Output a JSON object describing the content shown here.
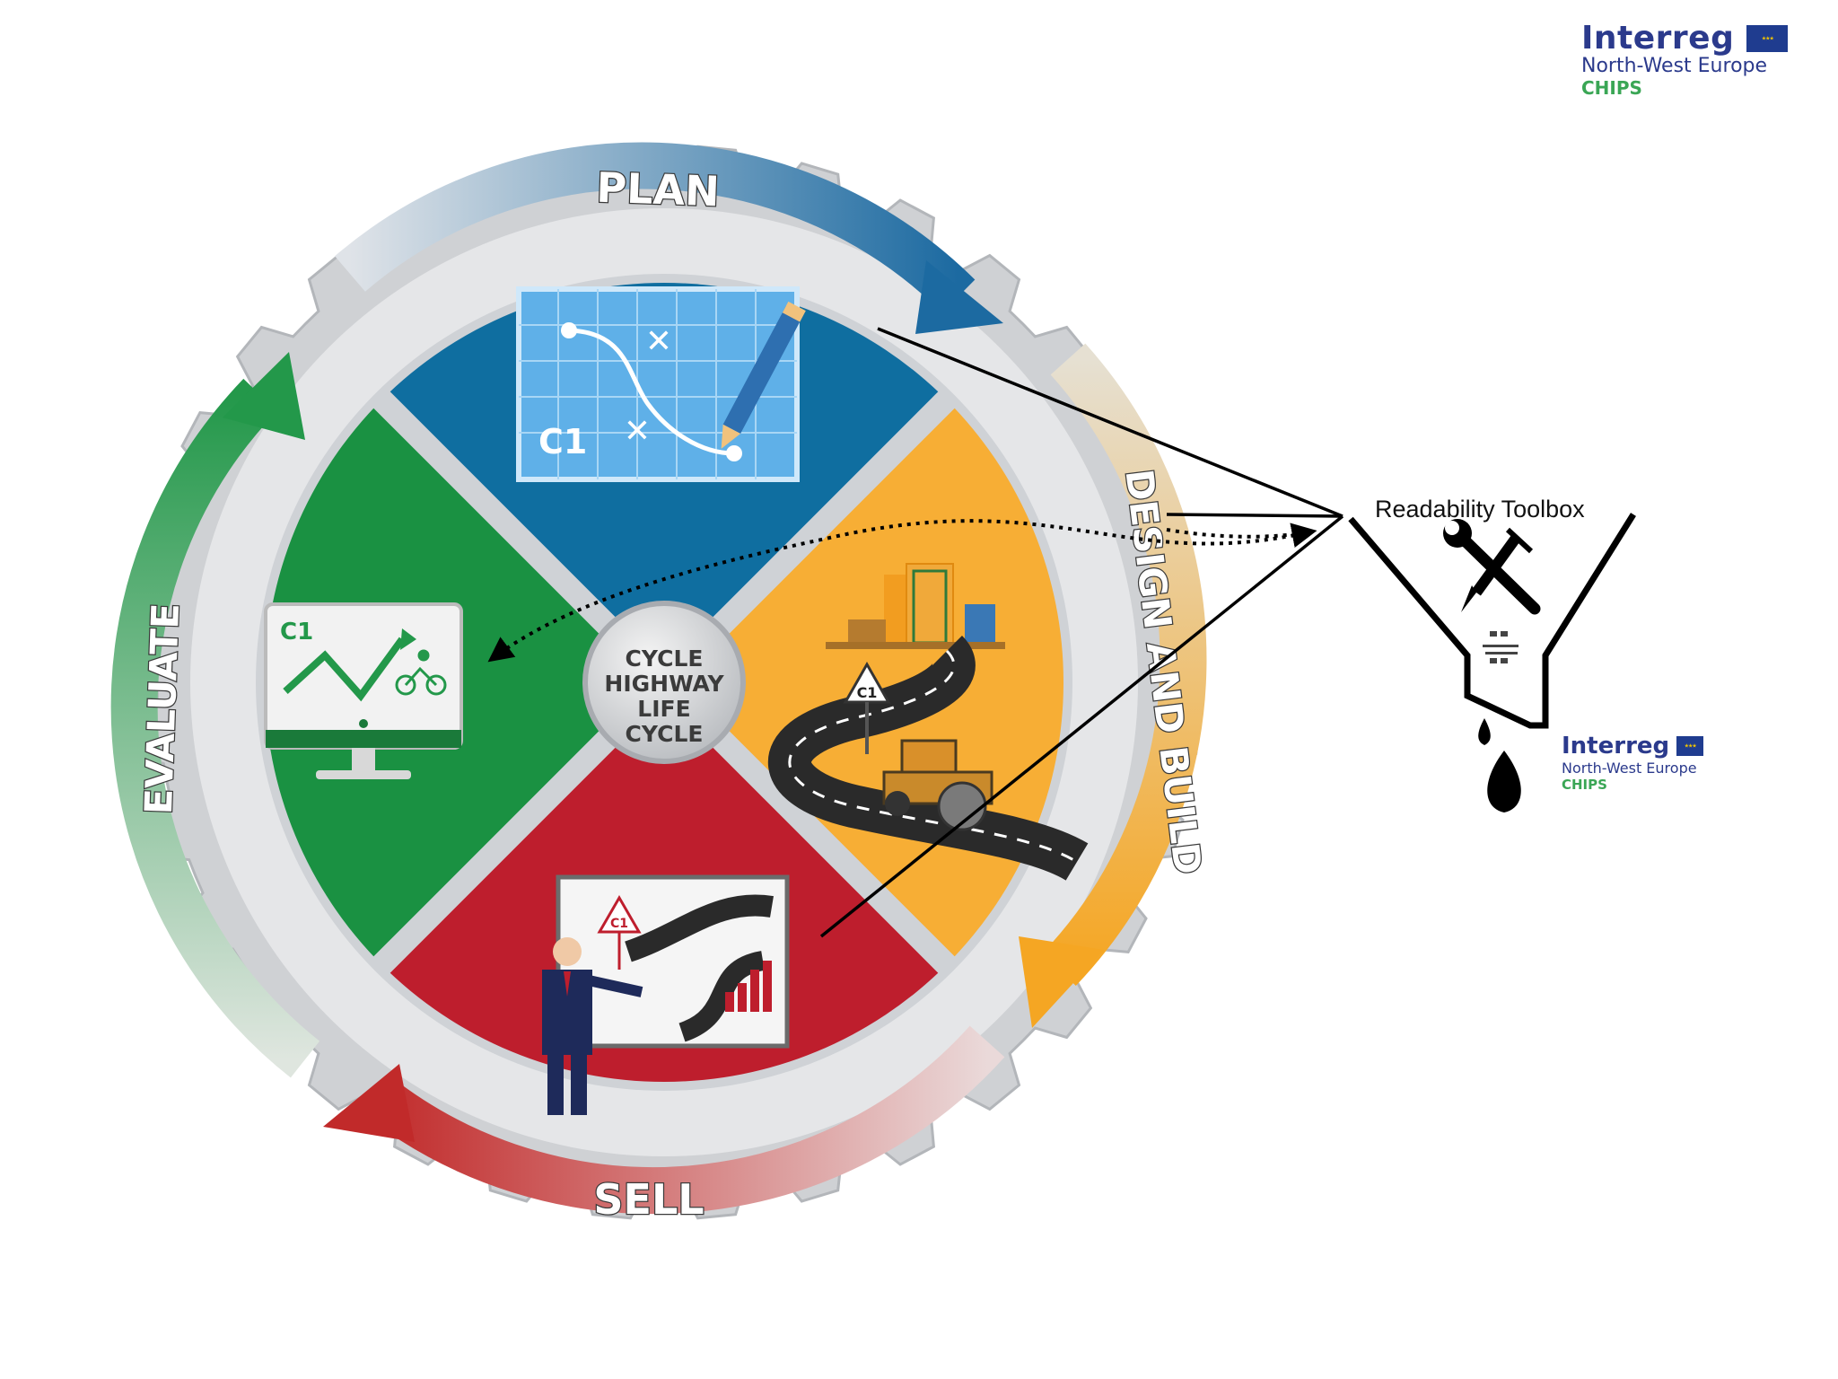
{
  "segments": {
    "plan": "PLAN",
    "design_build": "DESIGN AND BUILD",
    "sell": "SELL",
    "evaluate": "EVALUATE"
  },
  "center": {
    "line1": "CYCLE",
    "line2": "HIGHWAY",
    "line3": "LIFE",
    "line4": "CYCLE"
  },
  "badges": {
    "plan_map": "C1",
    "design_sign": "C1",
    "evaluate_monitor": "C1",
    "sell_sign": "C1"
  },
  "toolbox": {
    "label": "Readability Toolbox"
  },
  "logo": {
    "brand": "Interreg",
    "region": "North-West Europe",
    "project": "CHIPS"
  },
  "colors": {
    "plan": "#0f6ea0",
    "design_build": "#f7ae35",
    "sell": "#be1e2d",
    "evaluate": "#1a9142",
    "gear": "#cfd1d4",
    "interreg_blue": "#2b3a8c",
    "chips_green": "#3aa655"
  }
}
